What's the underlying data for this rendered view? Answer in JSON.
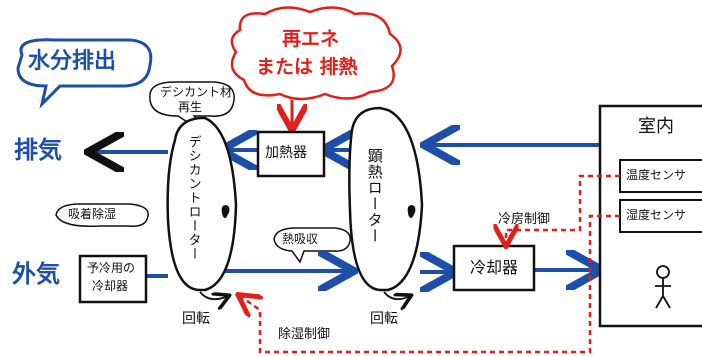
{
  "bubbles": {
    "water_exhaust": "水分排出",
    "renewable_line1": "再エネ",
    "renewable_line2": "または 排熱"
  },
  "callouts": {
    "desiccant_regen_line1": "デシカント材",
    "desiccant_regen_line2": "再生",
    "adsorption_dehum": "吸着除湿",
    "heat_absorb": "熱吸収"
  },
  "labels": {
    "exhaust": "排気",
    "outside_air": "外気",
    "rotation_left": "回転",
    "rotation_right": "回転",
    "cooling_control": "冷房制御",
    "dehum_control": "除湿制御",
    "indoor": "室内"
  },
  "components": {
    "desiccant_rotor": "デシカントローター",
    "sensible_rotor": "顕熱ローター",
    "rotor_mark": "0",
    "heater": "加熱器",
    "precooler_line1": "予冷用の",
    "precooler_line2": "冷却器",
    "cooler": "冷却器",
    "temp_sensor": "温度センサ",
    "humidity_sensor": "湿度センサ"
  },
  "colors": {
    "flow_arrow": "#1d4fa8",
    "control_signal": "#e0201a",
    "outline": "#111111"
  }
}
